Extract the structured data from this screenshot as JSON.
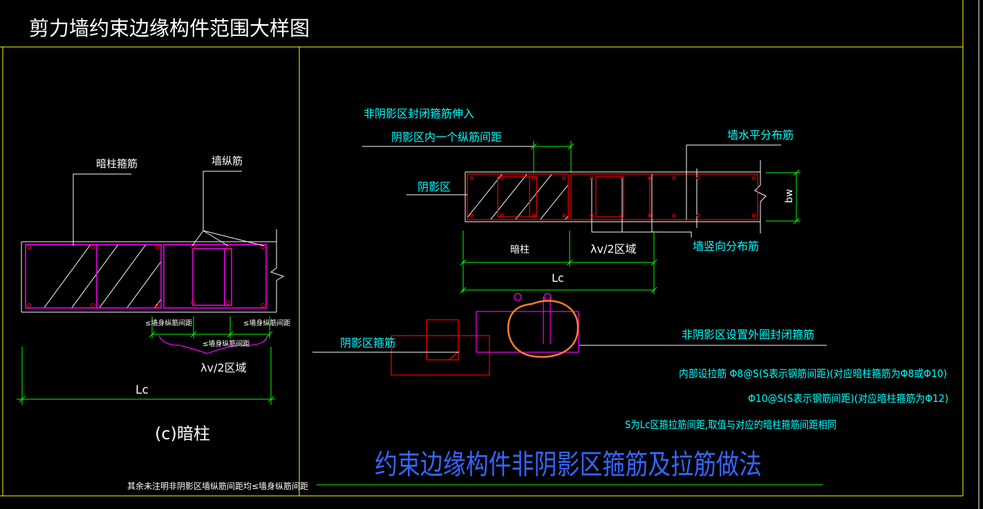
{
  "title": "剪力墙约束边缘构件范围大样图",
  "left_panel": {
    "label_stirrup": "暗柱箍筋",
    "label_vertical_bar": "墙纵筋",
    "dim_spacing_left": "≤墙身纵筋间距",
    "dim_spacing_right": "≤墙身纵筋间距",
    "dim_spacing_mid": "≤墙身纵筋间距",
    "zone_label": "λv/2区域",
    "lc_label": "Lc",
    "caption": "(c)暗柱",
    "footnote": "其余未注明非阴影区墙纵筋间距均≤墙身纵筋间距"
  },
  "right_panel": {
    "note_extend_line1": "非阴影区封闭箍筋伸入",
    "note_extend_line2": "阴影区内一个纵筋间距",
    "label_horizontal_bar": "墙水平分布筋",
    "label_shadow_zone": "阴影区",
    "label_bw": "bw",
    "label_column": "暗柱",
    "zone_label": "λv/2区域",
    "label_vertical_dist": "墙竖向分布筋",
    "lc_label": "Lc",
    "label_shadow_stirrup": "阴影区箍筋",
    "label_outer_stirrup": "非阴影区设置外圈封闭箍筋",
    "note_tie_line1": "内部设拉筋 Φ8@S(S表示钢筋间距)(对应暗柱箍筋为Φ8或Φ10)",
    "note_tie_line2": "Φ10@S(S表示钢筋间距)(对应暗柱箍筋为Φ12)",
    "note_s": "S为Lc区箍拉筋间距,取值与对应的暗柱箍筋间距相同",
    "main_title": "约束边缘构件非阴影区箍筋及拉筋做法"
  },
  "colors": {
    "frame": "#ffff00",
    "white": "#ffffff",
    "cyan": "#00ffff",
    "green": "#00ff00",
    "magenta": "#ff00ff",
    "red": "#ff0000",
    "orange": "#ff7f27",
    "blue": "#3366ff"
  }
}
